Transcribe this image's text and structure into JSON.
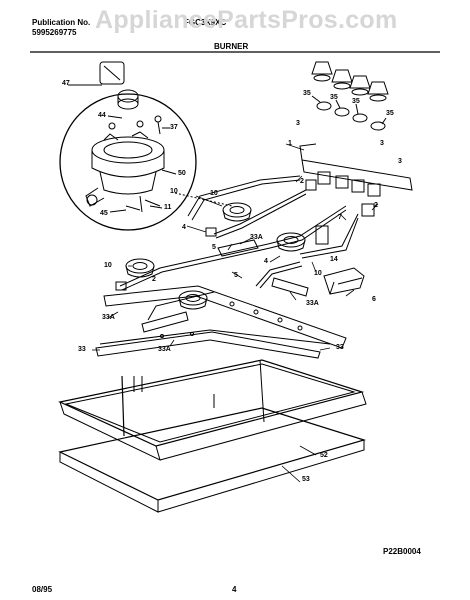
{
  "header": {
    "publication_label": "Publication No.",
    "publication_number": "5995269775",
    "model": "FGC3X9XC",
    "watermark": "AppliancePartsPros.com",
    "section_title": "BURNER"
  },
  "callouts": [
    "47",
    "44",
    "37",
    "50",
    "10",
    "11",
    "45",
    "35",
    "35",
    "35",
    "35",
    "3",
    "3",
    "3",
    "1",
    "2",
    "2",
    "7",
    "10",
    "4",
    "33A",
    "5",
    "5",
    "4",
    "10",
    "14",
    "6",
    "33A",
    "10",
    "2",
    "33A",
    "33",
    "33A",
    "33",
    "52",
    "53"
  ],
  "footer": {
    "diagram_ref": "P22B0004",
    "date": "08/95",
    "page": "4"
  }
}
